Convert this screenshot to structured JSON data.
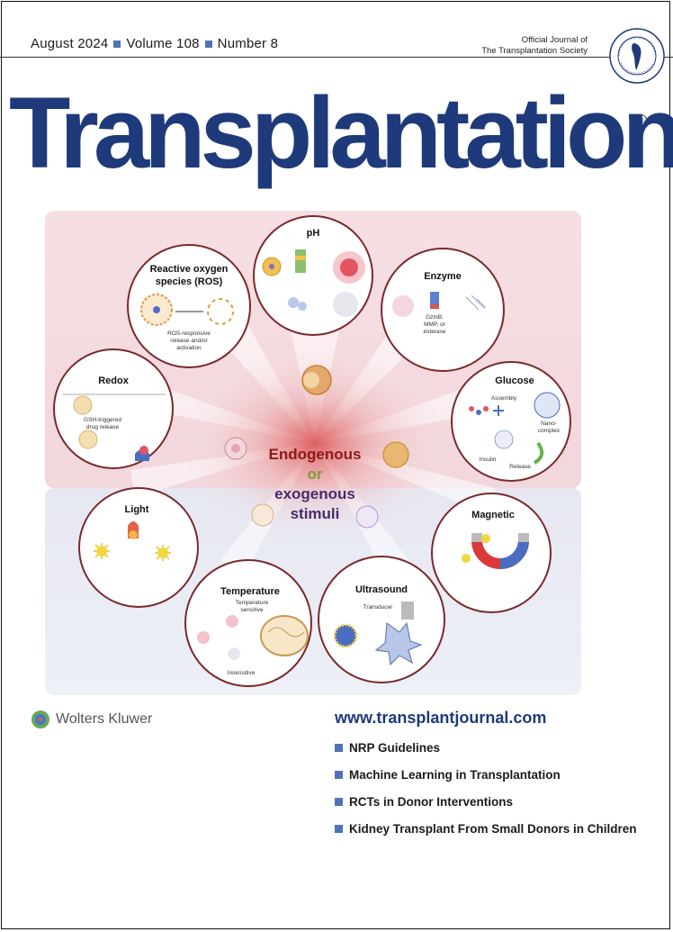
{
  "header": {
    "issue": {
      "month_year": "August 2024",
      "volume": "Volume 108",
      "number": "Number 8"
    },
    "society_line1": "Official Journal of",
    "society_line2": "The Transplantation Society"
  },
  "journal_title": "Transplantation",
  "registered_mark": "®",
  "cover_art": {
    "center_line1": "Endogenous",
    "center_line2": "or",
    "center_line3": "exogenous",
    "center_line4": "stimuli",
    "circles": {
      "ph": "pH",
      "ros_line1": "Reactive oxygen",
      "ros_line2": "species (ROS)",
      "ros_caption_line1": "ROS-responsive",
      "ros_caption_line2": "release and/or",
      "ros_caption_line3": "activation",
      "enzyme": "Enzyme",
      "enzyme_caption_line1": "GzmB,",
      "enzyme_caption_line2": "MMP, or",
      "enzyme_caption_line3": "esterase",
      "redox": "Redox",
      "redox_caption_line1": "GSH-triggered",
      "redox_caption_line2": "drug release",
      "glucose": "Glucose",
      "glucose_assembly": "Assembly",
      "glucose_nano1": "Nano-",
      "glucose_nano2": "complex",
      "glucose_insulin": "Insulin",
      "glucose_release": "Release",
      "light": "Light",
      "magnetic": "Magnetic",
      "temperature": "Temperature",
      "temperature_caption_line1": "Temperature",
      "temperature_caption_line2": "sensitive",
      "temperature_insensitive": "Insensitive",
      "ultrasound": "Ultrasound",
      "ultrasound_transducer": "Transducer"
    }
  },
  "publisher": "Wolters Kluwer",
  "website": "www.transplantjournal.com",
  "toc": [
    {
      "title": "NRP Guidelines"
    },
    {
      "title": "Machine Learning in Transplantation"
    },
    {
      "title": "RCTs in Donor Interventions"
    },
    {
      "title": "Kidney Transplant From Small Donors in Children"
    }
  ],
  "colors": {
    "title_blue": "#1e3a7a",
    "bullet_blue": "#4f73b8",
    "endogenous_red": "#8b1a1a",
    "exogenous_purple": "#4a2a6a",
    "or_green": "#7a9a3a"
  }
}
